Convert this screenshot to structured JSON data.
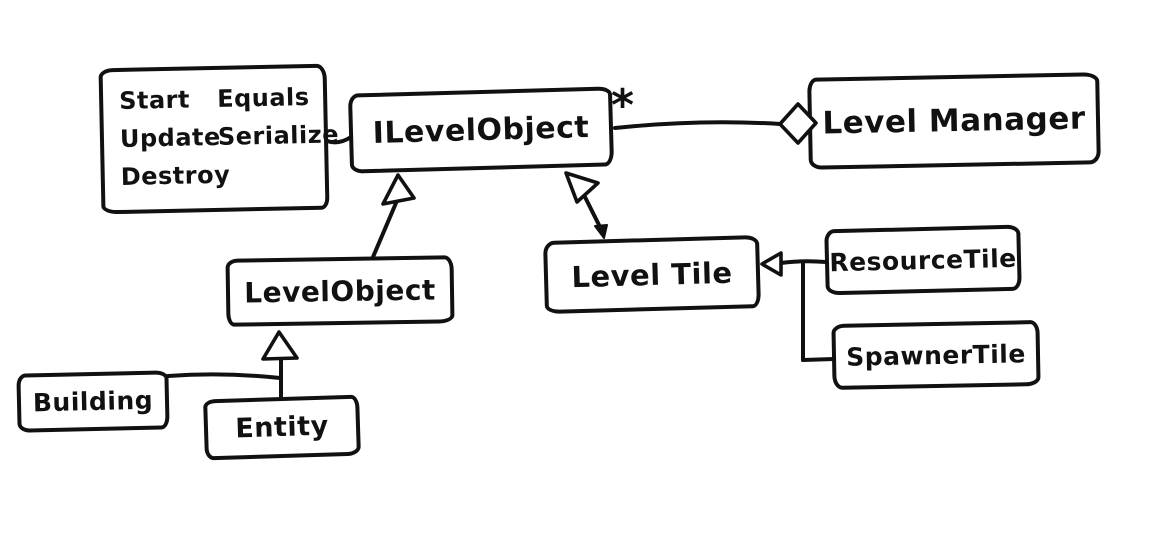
{
  "diagram": {
    "kind": "hand-drawn UML class diagram",
    "colors": {
      "ink": "#111111",
      "background": "#ffffff"
    },
    "nodes": {
      "note": {
        "methods": [
          "Start",
          "Equals",
          "Update",
          "Serialize",
          "Destroy"
        ]
      },
      "ilevelobject": {
        "label": "ILevelObject"
      },
      "levelmanager": {
        "label": "Level Manager"
      },
      "levelobject": {
        "label": "LevelObject"
      },
      "leveltile": {
        "label": "Level Tile"
      },
      "resourcetile": {
        "label": "ResourceTile"
      },
      "spawnertile": {
        "label": "SpawnerTile"
      },
      "building": {
        "label": "Building"
      },
      "entity": {
        "label": "Entity"
      }
    },
    "edges": {
      "aggregation": {
        "from": "ILevelObject",
        "to": "Level Manager",
        "type": "aggregation",
        "multiplicity": "*"
      },
      "relationships": [
        {
          "from": "LevelObject",
          "to": "ILevelObject",
          "type": "inheritance"
        },
        {
          "from": "Level Tile",
          "to": "ILevelObject",
          "type": "inheritance"
        },
        {
          "from": "Building",
          "to": "LevelObject",
          "type": "inheritance"
        },
        {
          "from": "Entity",
          "to": "LevelObject",
          "type": "inheritance"
        },
        {
          "from": "ResourceTile",
          "to": "Level Tile",
          "type": "inheritance"
        },
        {
          "from": "SpawnerTile",
          "to": "Level Tile",
          "type": "inheritance"
        },
        {
          "from": "note(Start,Update,Destroy,Equals,Serialize)",
          "to": "ILevelObject",
          "type": "note-attachment"
        }
      ]
    }
  }
}
